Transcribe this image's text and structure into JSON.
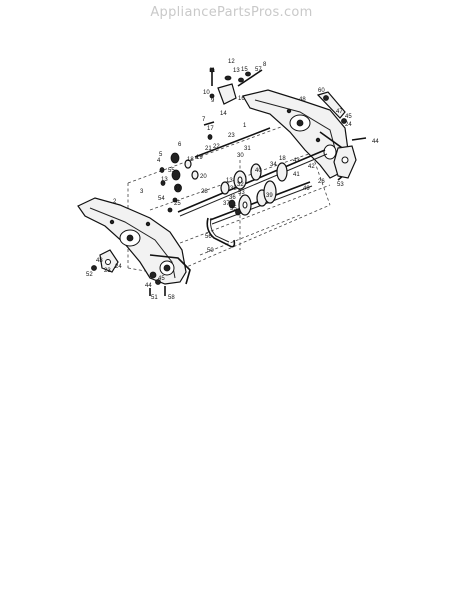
{
  "watermark": "AppliancePartsPros.com",
  "callouts": [
    "11",
    "12",
    "13",
    "15",
    "57",
    "8",
    "60",
    "10",
    "9",
    "16",
    "14",
    "48",
    "45",
    "47",
    "24",
    "44",
    "7",
    "17",
    "6",
    "1",
    "23",
    "31",
    "5",
    "4",
    "21",
    "22",
    "18",
    "19",
    "20",
    "30",
    "34",
    "18",
    "39",
    "43",
    "42",
    "55",
    "27",
    "40",
    "41",
    "3",
    "54",
    "25",
    "28",
    "38",
    "33",
    "32",
    "36",
    "37",
    "35",
    "56",
    "49",
    "2",
    "50",
    "53",
    "52",
    "23",
    "24",
    "48",
    "44",
    "45",
    "51",
    "58",
    "26",
    "13",
    "13"
  ]
}
